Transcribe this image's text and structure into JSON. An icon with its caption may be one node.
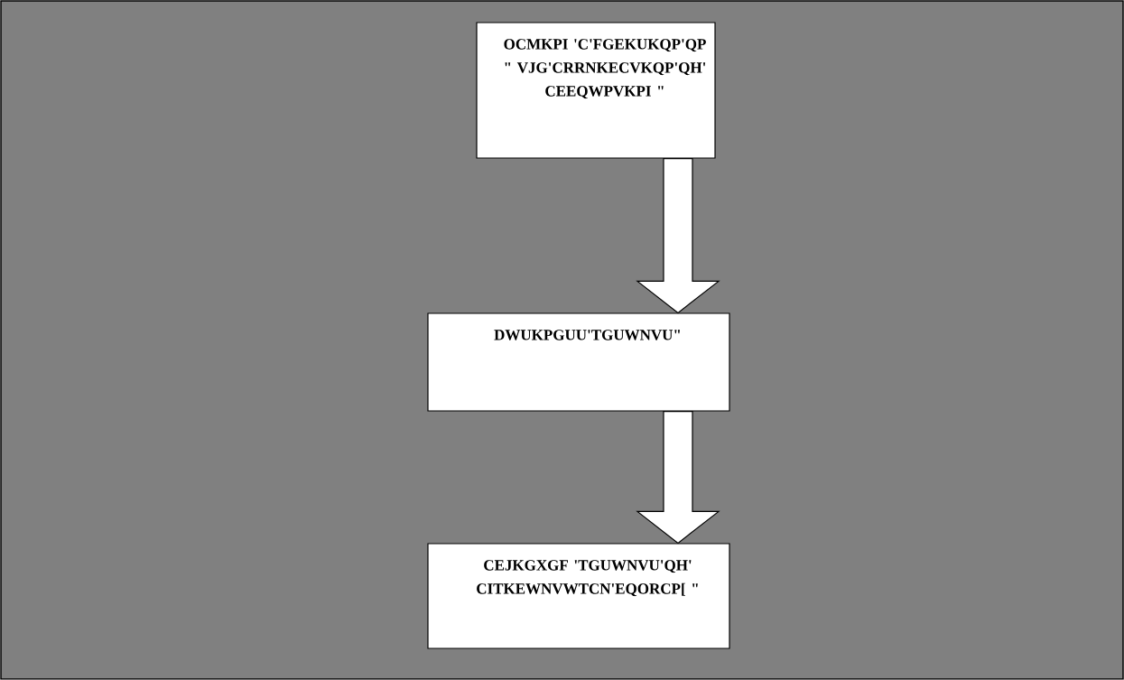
{
  "diagram": {
    "nodes": [
      {
        "text": [
          "OCMKPI 'C'FGEKUKQP'QP \" VJG'CRRNKECVKQP'QH' CEEQWPVKPI \""
        ]
      },
      {
        "text": [
          "DWUKPGUU'TGUWNVU\""
        ]
      },
      {
        "text": [
          "CEJKGXGF 'TGUWNVU'QH' CITKEWNVWTCN'EQORCP[ \""
        ]
      }
    ],
    "edges": [
      {
        "from": 0,
        "to": 1,
        "arrow": "to"
      },
      {
        "from": 1,
        "to": 2,
        "arrow": "to"
      }
    ]
  }
}
